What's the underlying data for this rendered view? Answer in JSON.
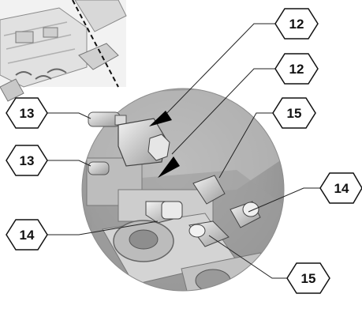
{
  "callouts": [
    {
      "id": "c12a",
      "label": "12"
    },
    {
      "id": "c12b",
      "label": "12"
    },
    {
      "id": "c13a",
      "label": "13"
    },
    {
      "id": "c13b",
      "label": "13"
    },
    {
      "id": "c15a",
      "label": "15"
    },
    {
      "id": "c14a",
      "label": "14"
    },
    {
      "id": "c14b",
      "label": "14"
    },
    {
      "id": "c15b",
      "label": "15"
    }
  ],
  "colors": {
    "hexagon_fill": "#ffffff",
    "hexagon_stroke": "#111111",
    "detail_circle_fill": "#a9a9a9",
    "leader_line": "#222222",
    "arrow": "#000000"
  }
}
